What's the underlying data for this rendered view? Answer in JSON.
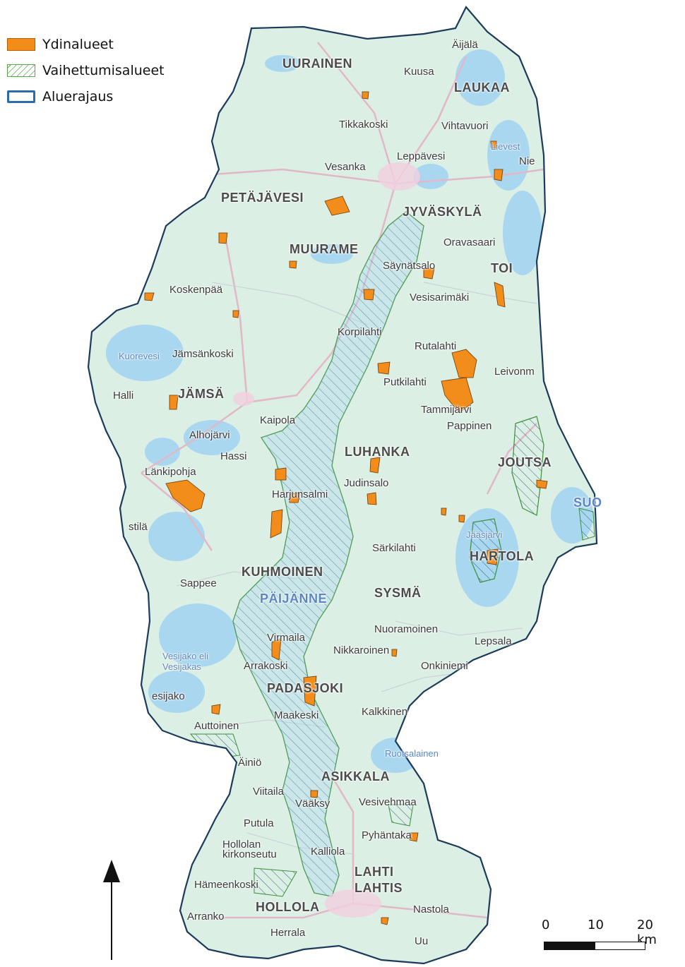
{
  "legend": {
    "core_label": "Ydinalueet",
    "transition_label": "Vaihettumisalueet",
    "boundary_label": "Aluerajaus",
    "colors": {
      "core": "#f28c1a",
      "transition": "#5aa84d",
      "boundary": "#2c6aa8",
      "land": "#dbeee6",
      "water": "#a9d7ef"
    }
  },
  "scalebar": {
    "tick_0": "0",
    "tick_10": "10",
    "tick_20": "20 km"
  },
  "north_arrow": {
    "icon": "north-arrow-icon"
  },
  "places": {
    "uurainen": "UURAINEN",
    "aijala": "Äijälä",
    "kuusa": "Kuusa",
    "laukaa": "LAUKAA",
    "tikkakoski": "Tikkakoski",
    "vihtavuori": "Vihtavuori",
    "lievestuore": "Lievest",
    "leppavesi": "Leppävesi",
    "vesanka": "Vesanka",
    "nie": "Nie",
    "petajavesi": "PETÄJÄVESI",
    "jyvaskyla": "JYVÄSKYLÄ",
    "muurame": "MUURAME",
    "oravasaari": "Oravasaari",
    "saynatsalo": "Säynätsalo",
    "toi": "TOI",
    "koskenpaa": "Koskenpää",
    "vesisarimaki": "Vesisarimäki",
    "korpilahti": "Korpilahti",
    "rutalahti": "Rutalahti",
    "kuorevesi": "Kuorevesi",
    "jamsankoski": "Jämsänkoski",
    "leivonmaki": "Leivonm",
    "halli": "Halli",
    "jamsa": "JÄMSÄ",
    "putkilahti": "Putkilahti",
    "tammijarvi": "Tammijärvi",
    "kaipola": "Kaipola",
    "pappinen": "Pappinen",
    "alhojarvi": "Alhojärvi",
    "luhanka": "LUHANKA",
    "hassi": "Hassi",
    "joutsa": "JOUTSA",
    "lankipohja": "Länkipohja",
    "harjunsalmi": "Harjunsalmi",
    "judinsalo": "Judinsalo",
    "suo": "SUO",
    "stila": "stilä",
    "jaasjarvi": "Jääsjärvi",
    "hartola": "HARTOLA",
    "sarkilahti": "Särkilahti",
    "kuhmoinen": "KUHMOINEN",
    "sappee": "Sappee",
    "paijanne": "PÄIJÄNNE",
    "sysma": "SYSMÄ",
    "nuoramoinen": "Nuoramoinen",
    "virmaila": "Virmaila",
    "lepsala": "Lepsala",
    "vesijako": "Vesijako eli Vesijakas",
    "nikkaroinen": "Nikkaroinen",
    "arrakoski": "Arrakoski",
    "onkiniemi": "Onkiniemi",
    "padasjoki": "PADASJOKI",
    "esijako": "esijako",
    "maakeski": "Maakeski",
    "kalkkinen": "Kalkkinen",
    "auttoinen": "Auttoinen",
    "ruotsalainen": "Ruotsalainen",
    "ainio": "Äiniö",
    "asikkala": "ASIKKALA",
    "viitaila": "Viitaila",
    "vaaksy": "Vääksy",
    "vesivehmaa": "Vesivehmaa",
    "putula": "Putula",
    "pyhantaka": "Pyhäntaka",
    "hollola_kirkonseutu": "Hollolan kirkonseutu",
    "kalliola": "Kalliola",
    "lahti": "LAHTI",
    "lahtis": "LAHTIS",
    "hameenkoski": "Hämeenkoski",
    "hollola": "HOLLOLA",
    "nastola": "Nastola",
    "arrankorpi": "Arranko",
    "herrala": "Herrala",
    "uusikyla": "Uu"
  }
}
